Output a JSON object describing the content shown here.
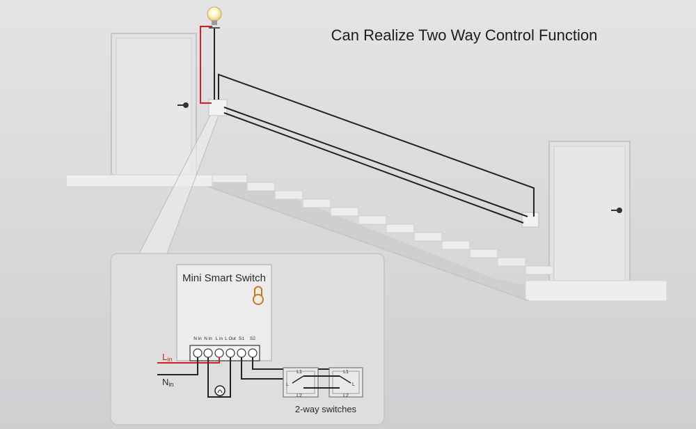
{
  "title": "Can Realize Two Way Control Function",
  "device": {
    "name": "Mini Smart Switch",
    "terminals": [
      "N in",
      "N in",
      "L in",
      "L Out",
      "S1",
      "S2"
    ]
  },
  "wiring": {
    "line_label_main": "L",
    "line_label_sub": "in",
    "neutral_label_main": "N",
    "neutral_label_sub": "in",
    "switches_label": "2-way switches",
    "switch_contacts": [
      "L1",
      "L2",
      "L"
    ]
  },
  "colors": {
    "live_wire": "#d42020",
    "wire": "#222222",
    "wall": "#d9d9db",
    "panel": "#dedede"
  },
  "icons": [
    "light-bulb-icon",
    "touch-icon",
    "door-handle-icon"
  ]
}
